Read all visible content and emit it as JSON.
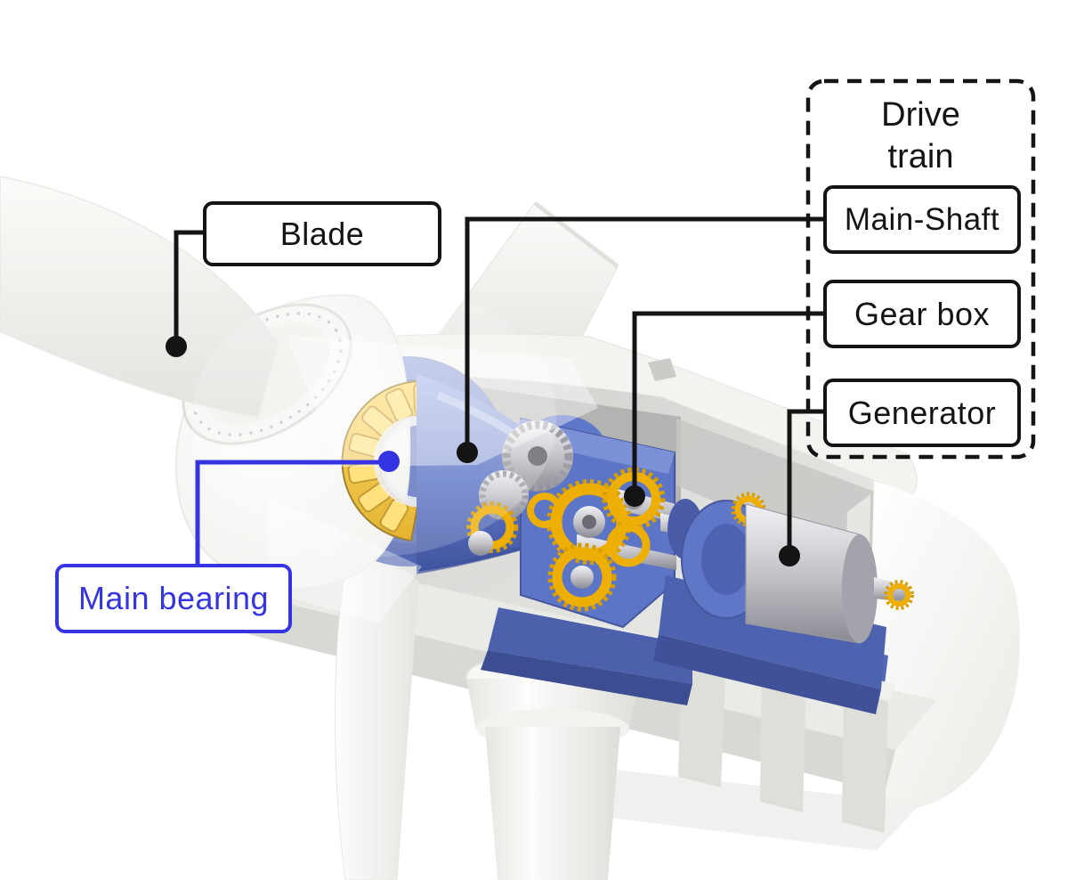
{
  "diagram": {
    "drive_train": {
      "line1": "Drive",
      "line2": "train"
    },
    "labels": {
      "blade": "Blade",
      "main_bearing": "Main bearing",
      "main_shaft": "Main-Shaft",
      "gear_box": "Gear box",
      "generator": "Generator"
    },
    "colors": {
      "callout_black": "#141414",
      "callout_blue": "#3434E2",
      "machinery_blue": "#5C75C6",
      "machinery_blue_dark": "#46579E",
      "gear_gold": "#EDAE06",
      "metal_silver": "#C9CAD0",
      "structure_white": "#F3F3F0"
    }
  }
}
